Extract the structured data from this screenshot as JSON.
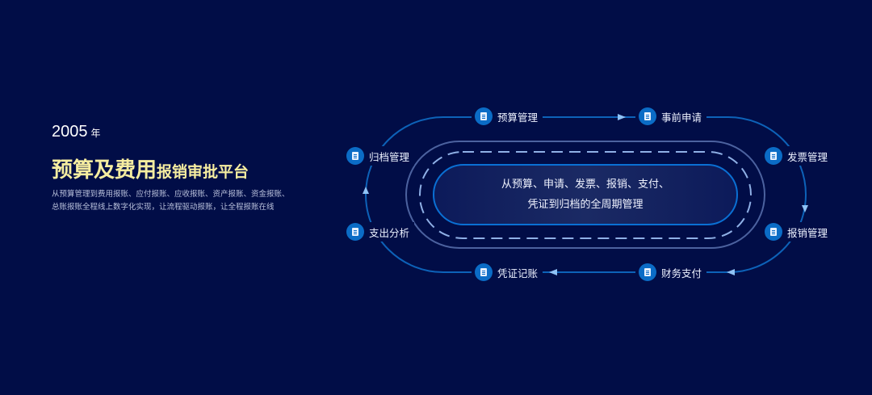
{
  "intro": {
    "year": "2005",
    "year_unit": "年",
    "title_big": "预算及费用",
    "title_small": "报销审批平台",
    "description": "从预算管理到费用报账、应付报账、应收报账、资产报账、资金报账、总账报账全程线上数字化实现，让流程驱动报账，让全程报账在线"
  },
  "cycle": {
    "center_line1": "从预算、申请、发票、报销、支付、",
    "center_line2": "凭证到归档的全周期管理",
    "nodes": [
      "预算管理",
      "事前申请",
      "发票管理",
      "报销管理",
      "财务支付",
      "凭证记账",
      "支出分析",
      "归档管理"
    ]
  },
  "colors": {
    "background": "#010d47",
    "accent": "#0b6cc6",
    "title": "#f6eda0"
  }
}
